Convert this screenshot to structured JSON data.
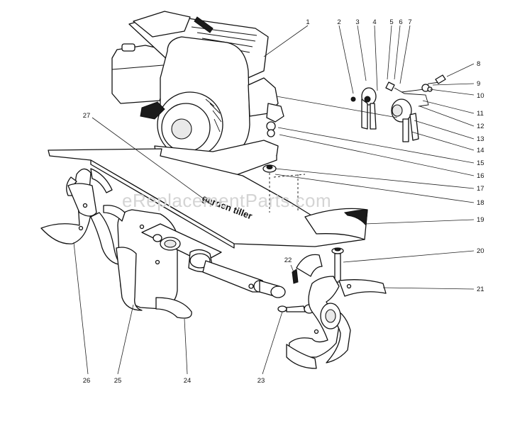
{
  "diagram": {
    "watermark": "eReplacementParts.com",
    "deck_label": "garden tiller",
    "callouts": [
      {
        "id": "1",
        "label": "1"
      },
      {
        "id": "2",
        "label": "2"
      },
      {
        "id": "3",
        "label": "3"
      },
      {
        "id": "4",
        "label": "4"
      },
      {
        "id": "5",
        "label": "5"
      },
      {
        "id": "6",
        "label": "6"
      },
      {
        "id": "7",
        "label": "7"
      },
      {
        "id": "8",
        "label": "8"
      },
      {
        "id": "9",
        "label": "9"
      },
      {
        "id": "10",
        "label": "10"
      },
      {
        "id": "11",
        "label": "11"
      },
      {
        "id": "12",
        "label": "12"
      },
      {
        "id": "13",
        "label": "13"
      },
      {
        "id": "14",
        "label": "14"
      },
      {
        "id": "15",
        "label": "15"
      },
      {
        "id": "16",
        "label": "16"
      },
      {
        "id": "17",
        "label": "17"
      },
      {
        "id": "18",
        "label": "18"
      },
      {
        "id": "19",
        "label": "19"
      },
      {
        "id": "20",
        "label": "20"
      },
      {
        "id": "21",
        "label": "21"
      },
      {
        "id": "22",
        "label": "22"
      },
      {
        "id": "23",
        "label": "23"
      },
      {
        "id": "24",
        "label": "24"
      },
      {
        "id": "25",
        "label": "25"
      },
      {
        "id": "26",
        "label": "26"
      },
      {
        "id": "27",
        "label": "27"
      }
    ]
  }
}
